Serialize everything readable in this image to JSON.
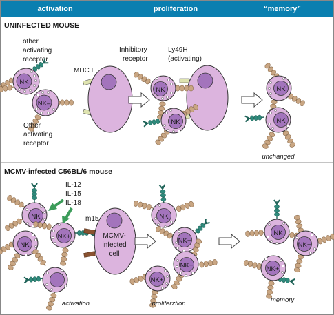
{
  "header": {
    "activation": "activation",
    "proliferation": "proliferation",
    "memory": "“memory”"
  },
  "uninfected": {
    "title": "UNINFECTED MOUSE",
    "other_activating_receptor_1": [
      "other",
      "activating",
      "receptor"
    ],
    "other_activating_receptor_2": [
      "Other",
      "activating",
      "receptor"
    ],
    "mhc": "MHC I",
    "inhibitory_receptor": [
      "Inhibitory",
      "receptor"
    ],
    "ly49h": [
      "Ly49H",
      "(activating)"
    ],
    "nk": "NK",
    "nk_minus": "NK–",
    "unchanged": "unchanged"
  },
  "infected": {
    "title": "MCMV-infected C56BL/6 mouse",
    "cytokines": [
      "IL-12",
      "IL-15",
      "IL-18"
    ],
    "m157": "m157",
    "infected_cell": [
      "MCMV-",
      "infected",
      "cell"
    ],
    "nk": "NK",
    "nk_plus": "NK+",
    "activation": "activation",
    "proliferation": "proliferztion",
    "memory": "memory"
  },
  "colors": {
    "header_bar": "#0a7fb0",
    "cell_fill": "#dcb4de",
    "nucleus_fill": "#a374bc",
    "receptor": "#c9a683",
    "ly49h": "#2f8a7c",
    "arrow_green": "#3c9c5a",
    "mhc": "#dfe4b0",
    "m157": "#8a5230"
  }
}
